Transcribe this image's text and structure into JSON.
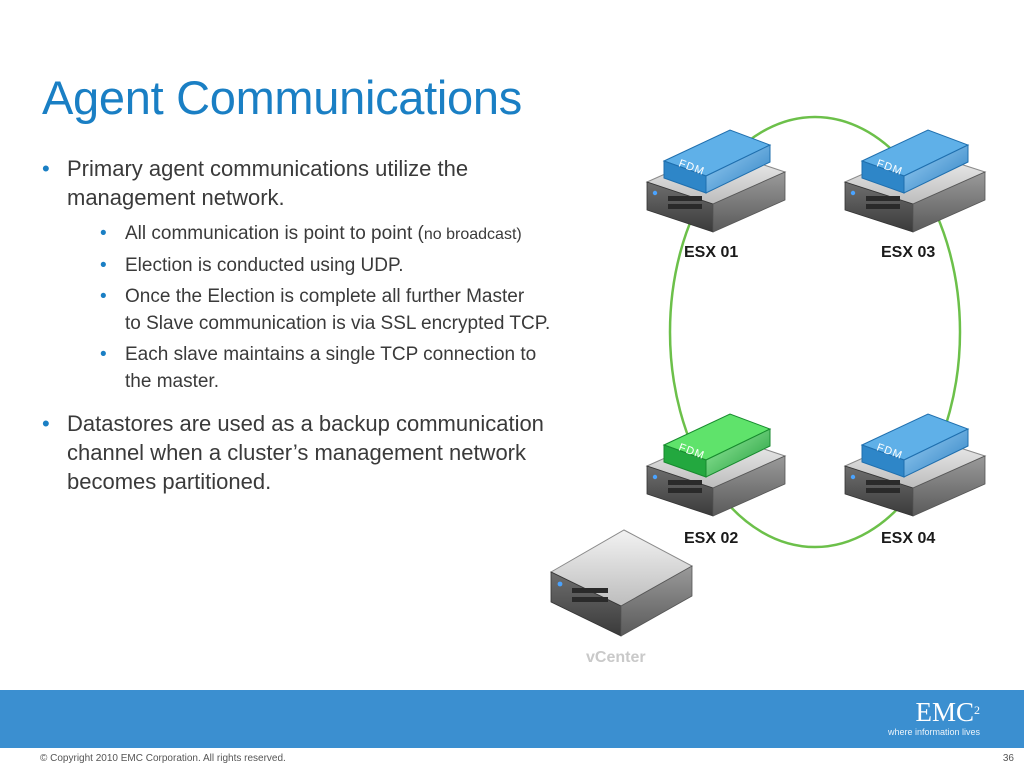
{
  "slide": {
    "title": "Agent Communications",
    "bullets": [
      {
        "text": "Primary agent communications utilize the management network.",
        "sub": [
          {
            "lines": [
              "All communication is point to point ("
            ],
            "small": "no broadcast)"
          },
          {
            "lines": [
              "Election is conducted using UDP."
            ]
          },
          {
            "lines": [
              "Once the Election is complete all further Master",
              "to Slave communication is via SSL encrypted TCP."
            ]
          },
          {
            "lines": [
              "Each slave maintains a single TCP connection to",
              "the master."
            ]
          }
        ]
      },
      {
        "text": "Datastores are used as a backup communication channel when a cluster’s management network becomes partitioned."
      }
    ]
  },
  "diagram": {
    "hosts": [
      {
        "label": "ESX 01",
        "agent": "FDM",
        "role": "slave",
        "color": "#2f86c8"
      },
      {
        "label": "ESX 03",
        "agent": "FDM",
        "role": "slave",
        "color": "#2f86c8"
      },
      {
        "label": "ESX 02",
        "agent": "FDM",
        "role": "master",
        "color": "#22aa44"
      },
      {
        "label": "ESX 04",
        "agent": "FDM",
        "role": "slave",
        "color": "#2f86c8"
      }
    ],
    "vcenter_label": "vCenter",
    "ring_color": "#6cc04a"
  },
  "footer": {
    "logo_text": "EMC",
    "logo_sup": "2",
    "logo_tagline": "where information lives",
    "copyright": "© Copyright 2010 EMC Corporation. All rights reserved.",
    "page_number": "36",
    "bar_color": "#3b8fd0"
  }
}
